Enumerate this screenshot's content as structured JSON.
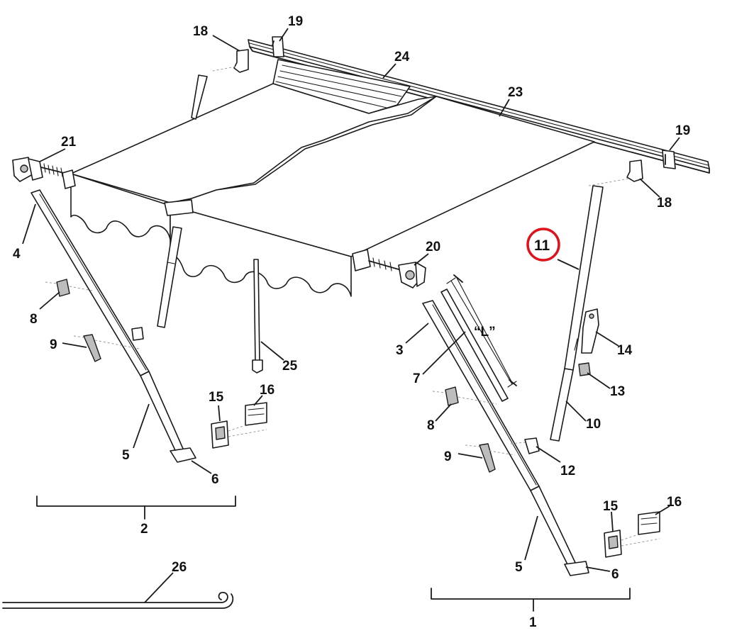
{
  "diagram": {
    "highlight_color": "#e0121b",
    "labels": {
      "l1": "1",
      "l2": "2",
      "l3": "3",
      "l4": "4",
      "l5a": "5",
      "l5b": "5",
      "l6a": "6",
      "l6b": "6",
      "l7": "7",
      "l8a": "8",
      "l8b": "8",
      "l9a": "9",
      "l9b": "9",
      "l10": "10",
      "l11": "11",
      "l12": "12",
      "l13": "13",
      "l14": "14",
      "l15a": "15",
      "l15b": "15",
      "l16a": "16",
      "l16b": "16",
      "l18a": "18",
      "l18b": "18",
      "l19a": "19",
      "l19b": "19",
      "l20": "20",
      "l21": "21",
      "l23": "23",
      "l24": "24",
      "l25": "25",
      "l26": "26",
      "dimension": "“L”"
    }
  }
}
